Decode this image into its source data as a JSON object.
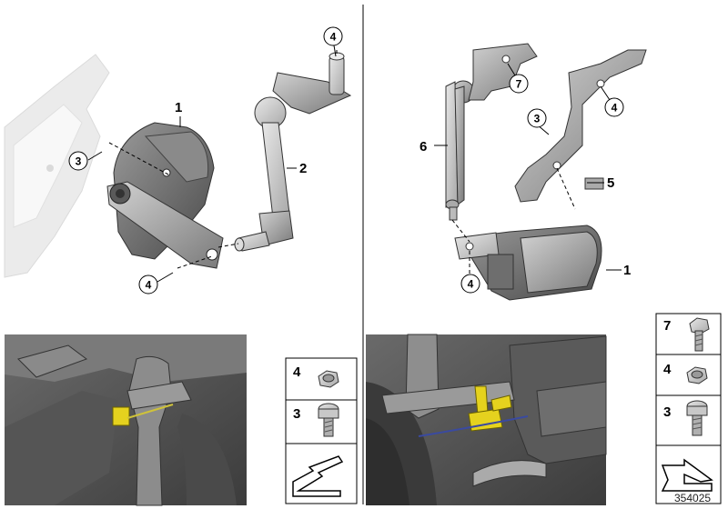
{
  "diagram": {
    "left_view": {
      "part_labels": [
        "1",
        "2"
      ],
      "callouts": [
        "3",
        "4",
        "4"
      ]
    },
    "right_view": {
      "part_labels": [
        "6",
        "5",
        "1"
      ],
      "callouts": [
        "7",
        "3",
        "4",
        "4"
      ]
    },
    "legend_left": {
      "items": [
        {
          "number": "4",
          "icon": "nut-icon"
        },
        {
          "number": "3",
          "icon": "torx-screw-icon"
        }
      ],
      "nav_icon": "arrow-icon"
    },
    "legend_right": {
      "items": [
        {
          "number": "7",
          "icon": "hex-bolt-icon"
        },
        {
          "number": "4",
          "icon": "nut-icon"
        },
        {
          "number": "3",
          "icon": "torx-screw-icon"
        }
      ],
      "nav_icon": "arrow-icon"
    },
    "reference_number": "354025"
  }
}
